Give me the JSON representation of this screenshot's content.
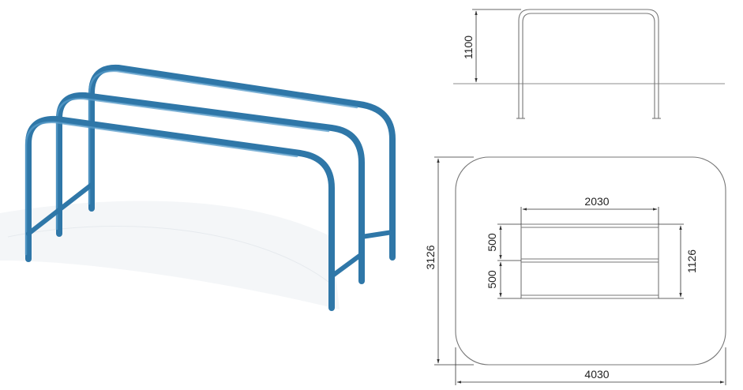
{
  "diagram": {
    "elevation": {
      "height_label": "1100"
    },
    "plan": {
      "area_width_label": "4030",
      "area_depth_label": "3126",
      "bar_length_label": "2030",
      "frame_depth_label": "1126",
      "spacing_1_label": "500",
      "spacing_2_label": "500"
    }
  },
  "colors": {
    "tube": "#2f77a8",
    "tube_highlight": "#5a9cc9",
    "line": "#777777",
    "dimension": "#333333"
  }
}
